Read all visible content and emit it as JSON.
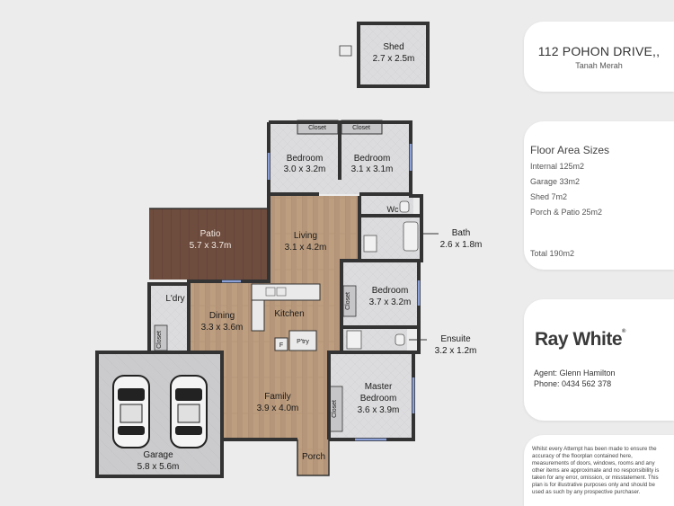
{
  "property": {
    "address": "112 POHON DRIVE,,",
    "suburb": "Tanah Merah"
  },
  "floor_area": {
    "title": "Floor Area Sizes",
    "items": [
      "Internal 125m2",
      "Garage 33m2",
      "Shed 7m2",
      "Porch & Patio 25m2"
    ],
    "total": "Total 190m2"
  },
  "agency": {
    "logo": "Ray White",
    "logo_mark": "®",
    "agent": "Agent: Glenn Hamilton",
    "phone": "Phone: 0434 562 378"
  },
  "disclaimer": "Whilst every Attempt has been made to ensure the accuracy of the floorplan contained here, measurements of doors, windows, rooms and any other items are approximate and no responsibility is taken for any error, omission, or misstatement. This plan is for illustrative purposes only and should be used as such by any prospective purchaser.",
  "rooms": {
    "shed": {
      "name": "Shed",
      "size": "2.7 x 2.5m"
    },
    "bedroom1": {
      "name": "Bedroom",
      "size": "3.0 x 3.2m"
    },
    "bedroom2": {
      "name": "Bedroom",
      "size": "3.1 x 3.1m"
    },
    "closet1": "Closet",
    "closet2": "Closet",
    "wc": "Wc",
    "patio": {
      "name": "Patio",
      "size": "5.7 x 3.7m"
    },
    "living": {
      "name": "Living",
      "size": "3.1 x 4.2m"
    },
    "bath": {
      "name": "Bath",
      "size": "2.6 x 1.8m"
    },
    "laundry": "L'dry",
    "closet_laundry": "Closet",
    "dining": {
      "name": "Dining",
      "size": "3.3 x 3.6m"
    },
    "kitchen": "Kitchen",
    "fridge": "F",
    "pantry": "P'try",
    "bedroom3": {
      "name": "Bedroom",
      "size": "3.7 x 3.2m"
    },
    "closet3": "Closet",
    "ensuite": {
      "name": "Ensuite",
      "size": "3.2 x 1.2m"
    },
    "family": {
      "name": "Family",
      "size": "3.9 x 4.0m"
    },
    "master": {
      "name1": "Master",
      "name2": "Bedroom",
      "size": "3.6 x 3.9m"
    },
    "closet4": "Closet",
    "garage": {
      "name": "Garage",
      "size": "5.8 x 5.6m"
    },
    "porch": "Porch"
  },
  "colors": {
    "wall": "#333333",
    "wood": "#b89a7a",
    "tile": "#d7d7d9",
    "patio": "#6b4a3c",
    "garage": "#c9c9cb",
    "card": "#ffffff"
  }
}
